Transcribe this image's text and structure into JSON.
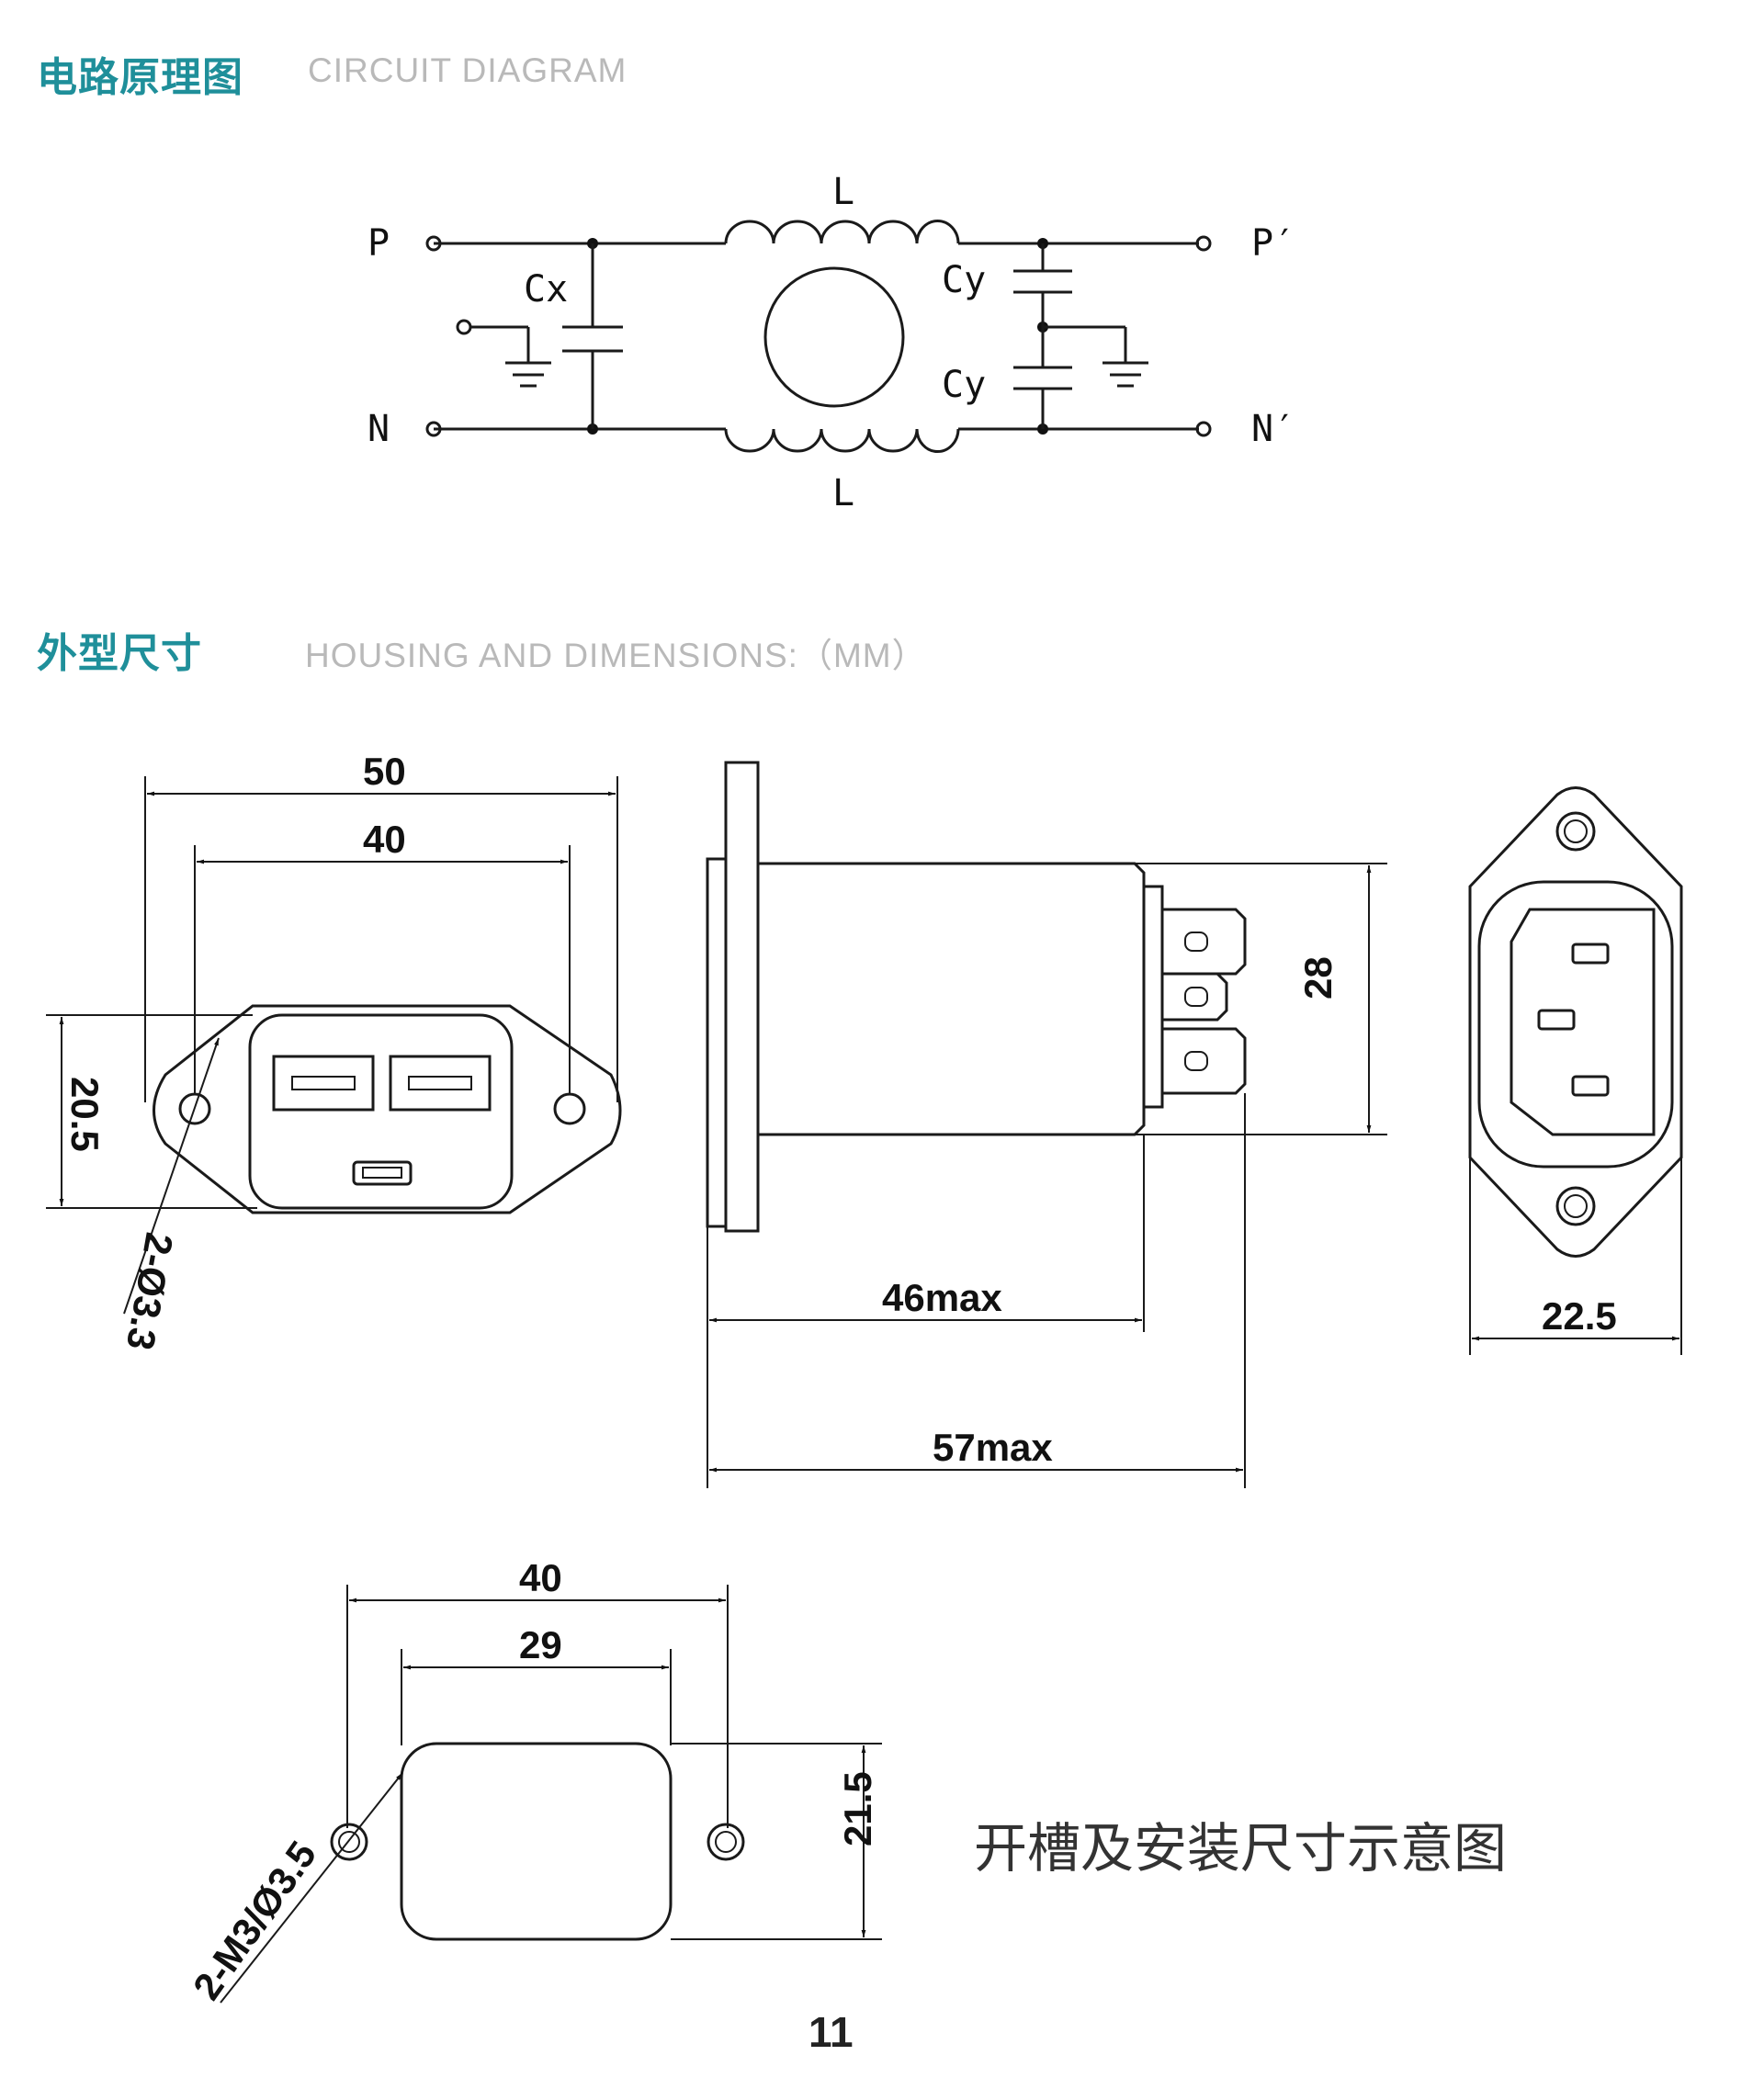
{
  "sections": {
    "circuit": {
      "zh": "电路原理图",
      "en": "CIRCUIT DIAGRAM"
    },
    "housing": {
      "zh": "外型尺寸",
      "en": "HOUSING AND DIMENSIONS:（MM）"
    }
  },
  "circuit_labels": {
    "p": "P",
    "n": "N",
    "p_out": "P′",
    "n_out": "N′",
    "l_top": "L",
    "l_bottom": "L",
    "cx": "Cx",
    "cy_top": "Cy",
    "cy_bottom": "Cy"
  },
  "dimensions": {
    "front_width_outer": "50",
    "front_width_holes": "40",
    "front_height": "20.5",
    "front_holes": "2-Ø3.3",
    "side_height": "28",
    "side_body_length": "46max",
    "side_total_length": "57max",
    "rear_width": "22.5",
    "cutout_hole_spacing": "40",
    "cutout_width": "29",
    "cutout_height": "21.5",
    "cutout_holes": "2-M3/Ø3.5"
  },
  "caption": "开槽及安装尺寸示意图",
  "page_number": "11",
  "colors": {
    "heading": "#1f8f9a",
    "subheading": "#b9b9b9",
    "line": "#1a1a1a"
  }
}
